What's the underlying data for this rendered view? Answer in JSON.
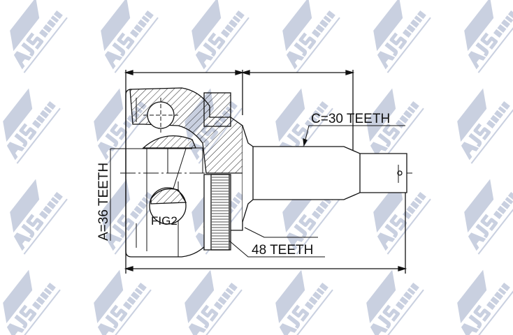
{
  "watermark": {
    "brand": "AJS",
    "sub": "PARTS",
    "color": "#c9d0e0"
  },
  "labels": {
    "spline_a": "A=36 TEETH",
    "spline_c": "C=30 TEETH",
    "abs_ring": "48 TEETH",
    "figure": "FIG2"
  }
}
